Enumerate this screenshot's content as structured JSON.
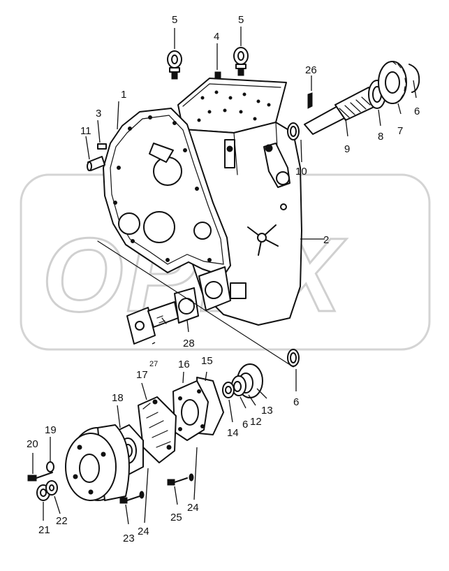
{
  "diagram": {
    "watermark": "OPEX",
    "callouts": [
      {
        "id": "c1",
        "text": "1"
      },
      {
        "id": "c2",
        "text": "2"
      },
      {
        "id": "c3",
        "text": "3"
      },
      {
        "id": "c4",
        "text": "4"
      },
      {
        "id": "c5a",
        "text": "5"
      },
      {
        "id": "c5b",
        "text": "5"
      },
      {
        "id": "c6a",
        "text": "6"
      },
      {
        "id": "c6b",
        "text": "6"
      },
      {
        "id": "c6c",
        "text": "6"
      },
      {
        "id": "c7",
        "text": "7"
      },
      {
        "id": "c8",
        "text": "8"
      },
      {
        "id": "c9",
        "text": "9"
      },
      {
        "id": "c10",
        "text": "10"
      },
      {
        "id": "c11",
        "text": "11"
      },
      {
        "id": "c12",
        "text": "12"
      },
      {
        "id": "c13",
        "text": "13"
      },
      {
        "id": "c14",
        "text": "14"
      },
      {
        "id": "c15",
        "text": "15"
      },
      {
        "id": "c16",
        "text": "16"
      },
      {
        "id": "c17",
        "text": "17"
      },
      {
        "id": "c18",
        "text": "18"
      },
      {
        "id": "c19",
        "text": "19"
      },
      {
        "id": "c20",
        "text": "20"
      },
      {
        "id": "c21",
        "text": "21"
      },
      {
        "id": "c22",
        "text": "22"
      },
      {
        "id": "c23",
        "text": "23"
      },
      {
        "id": "c24a",
        "text": "24"
      },
      {
        "id": "c24b",
        "text": "24"
      },
      {
        "id": "c25",
        "text": "25"
      },
      {
        "id": "c26",
        "text": "26"
      },
      {
        "id": "c27",
        "text": "27"
      },
      {
        "id": "c28",
        "text": "28"
      }
    ]
  }
}
